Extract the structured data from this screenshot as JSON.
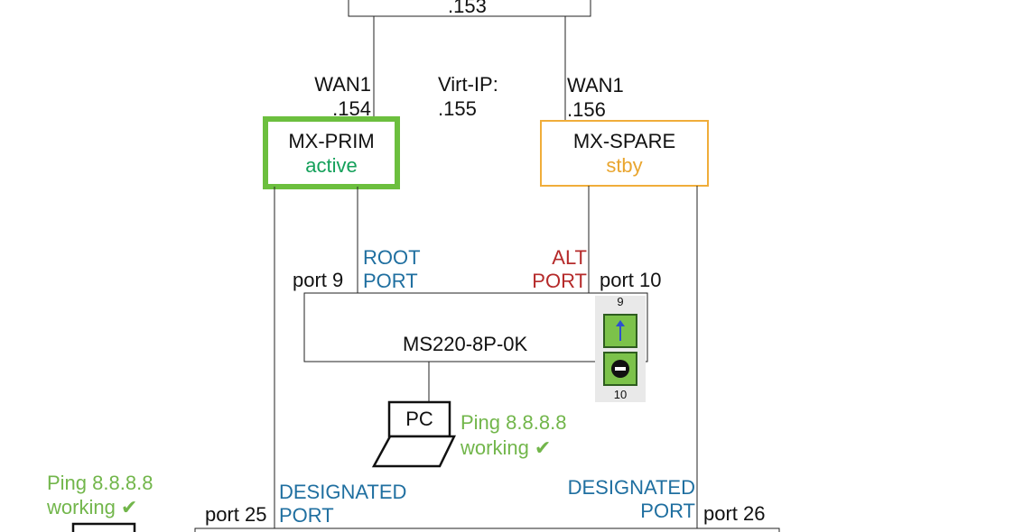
{
  "top_device": {
    "ip_suffix": ".153"
  },
  "wan_prim": {
    "label": "WAN1",
    "ip": ".154"
  },
  "virtual_ip": {
    "label": "Virt-IP:",
    "ip": ".155"
  },
  "wan_spare": {
    "label": "WAN1",
    "ip": ".156"
  },
  "mx_prim": {
    "name": "MX-PRIM",
    "status": "active"
  },
  "mx_spare": {
    "name": "MX-SPARE",
    "status": "stby"
  },
  "switch_top": {
    "name": "MS220-8P-0K",
    "port_left": "port 9",
    "port_right": "port 10",
    "root_line1": "ROOT",
    "root_line2": "PORT",
    "alt_line1": "ALT",
    "alt_line2": "PORT",
    "panel_port_top": "9",
    "panel_port_bottom": "10"
  },
  "pc": {
    "label": "PC",
    "ping_line1": "Ping 8.8.8.8",
    "ping_line2": "working ✔"
  },
  "bottom_left_ping": {
    "line1": "Ping 8.8.8.8",
    "line2": "working ✔"
  },
  "switch_bottom": {
    "port_left": "port 25",
    "port_right": "port 26",
    "designated_left_line1": "DESIGNATED",
    "designated_left_line2": "PORT",
    "designated_right_line1": "DESIGNATED",
    "designated_right_line2": "PORT"
  },
  "colors": {
    "active_border": "#6cbf3e",
    "standby_border": "#f0ad3a",
    "root_port": "#1f6fa0",
    "alt_port": "#b52a2a",
    "ping_ok": "#72b64b",
    "status_active": "#14a05a",
    "status_standby": "#e9a52e"
  }
}
